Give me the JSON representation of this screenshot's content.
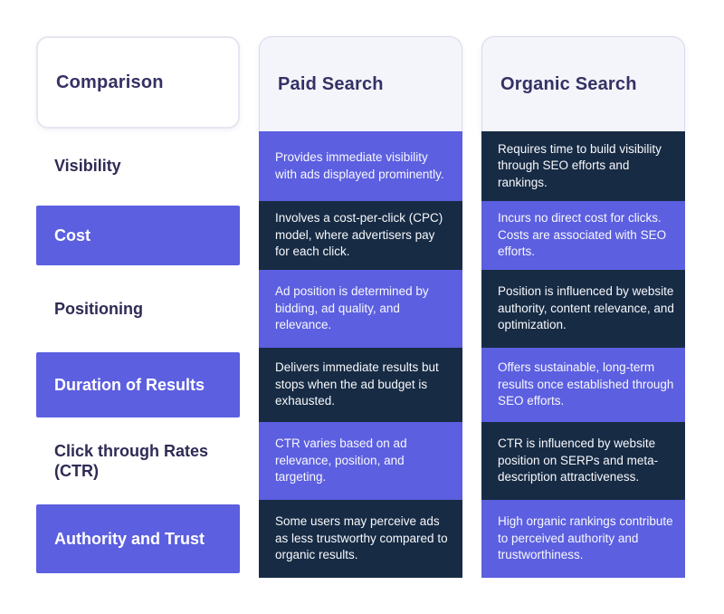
{
  "colors": {
    "purple": "#5c5fe0",
    "dark_navy": "#172b44",
    "header_bg": "#f4f4fb",
    "ink": "#343164",
    "page_bg": "#ffffff"
  },
  "table": {
    "columns": [
      {
        "header": "Comparison"
      },
      {
        "header": "Paid Search"
      },
      {
        "header": "Organic Search"
      }
    ],
    "rows": [
      {
        "label": "Visibility",
        "paid": "Provides immediate visibility with ads displayed prominently.",
        "organic": "Requires time to build visibility through SEO efforts and rankings."
      },
      {
        "label": "Cost",
        "paid": "Involves a cost-per-click (CPC) model, where advertisers pay for each click.",
        "organic": "Incurs no direct cost for clicks. Costs are associated with SEO efforts."
      },
      {
        "label": "Positioning",
        "paid": "Ad position is determined by bidding, ad quality, and relevance.",
        "organic": "Position is influenced by website authority, content relevance, and optimization."
      },
      {
        "label": "Duration of Results",
        "paid": "Delivers immediate results but stops when the ad budget is exhausted.",
        "organic": "Offers sustainable, long-term results once established through SEO efforts."
      },
      {
        "label": "Click through Rates (CTR)",
        "paid": "CTR varies based on ad relevance, position, and targeting.",
        "organic": "CTR is influenced by website position on SERPs and meta-description attractiveness."
      },
      {
        "label": "Authority and Trust",
        "paid": "Some users may perceive ads as less trustworthy compared to organic results.",
        "organic": "High organic rankings contribute to perceived authority and trustworthiness."
      }
    ]
  }
}
